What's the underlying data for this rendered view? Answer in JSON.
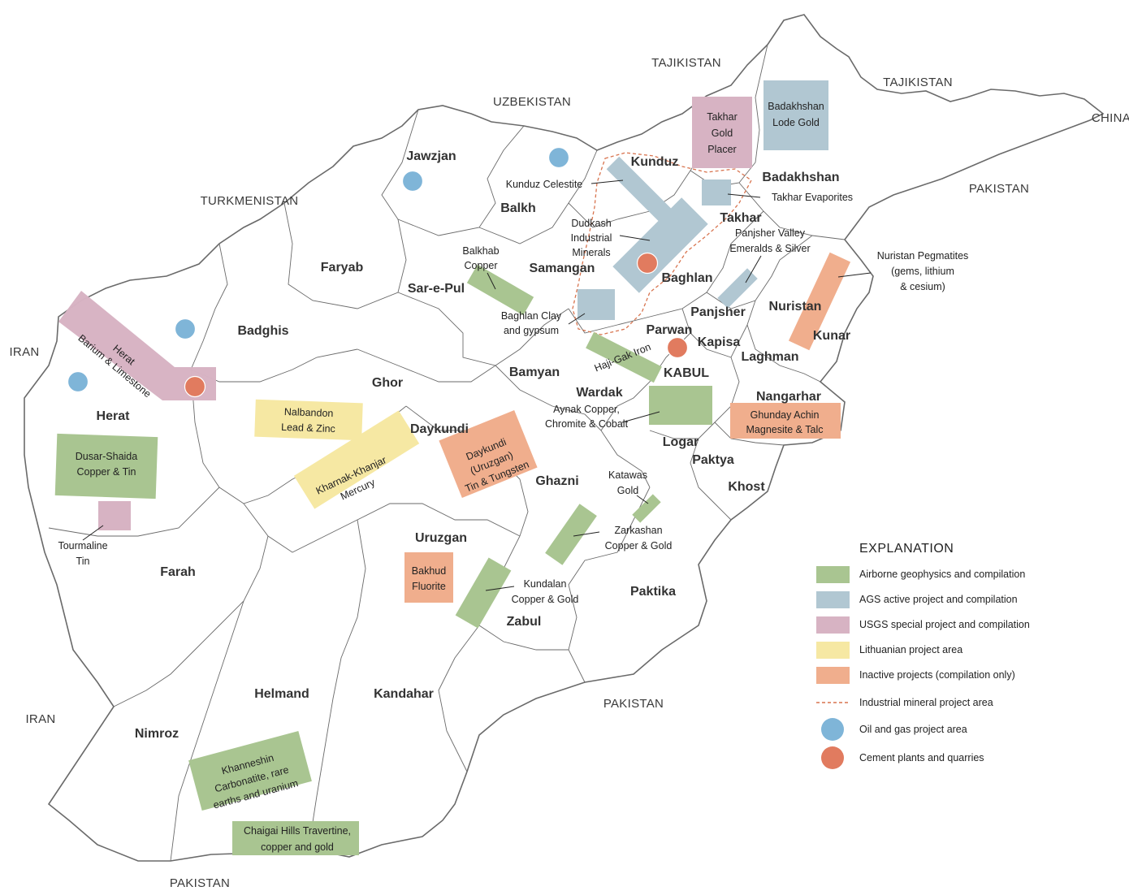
{
  "colors": {
    "airborne": "#a9c591",
    "ags": "#b1c7d2",
    "usgs": "#d7b3c3",
    "lithuanian": "#f6e8a3",
    "inactive": "#f0ae8d",
    "oil_gas": "#7fb5d8",
    "cement": "#e17b5f",
    "industrial_outline": "#d8744f",
    "border": "#6a6a6a"
  },
  "countries": [
    {
      "id": "tajikistan-n",
      "text": "TAJIKISTAN"
    },
    {
      "id": "tajikistan-ne",
      "text": "TAJIKISTAN"
    },
    {
      "id": "uzbekistan",
      "text": "UZBEKISTAN"
    },
    {
      "id": "turkmenistan",
      "text": "TURKMENISTAN"
    },
    {
      "id": "china",
      "text": "CHINA"
    },
    {
      "id": "pakistan-ne",
      "text": "PAKISTAN"
    },
    {
      "id": "iran-w",
      "text": "IRAN"
    },
    {
      "id": "iran-sw",
      "text": "IRAN"
    },
    {
      "id": "pakistan-s",
      "text": "PAKISTAN"
    },
    {
      "id": "pakistan-se",
      "text": "PAKISTAN"
    }
  ],
  "provinces": [
    {
      "id": "jawzjan",
      "text": "Jawzjan"
    },
    {
      "id": "balkh",
      "text": "Balkh"
    },
    {
      "id": "kunduz",
      "text": "Kunduz"
    },
    {
      "id": "badakhshan",
      "text": "Badakhshan"
    },
    {
      "id": "takhar",
      "text": "Takhar"
    },
    {
      "id": "faryab",
      "text": "Faryab"
    },
    {
      "id": "samangan",
      "text": "Samangan"
    },
    {
      "id": "sar-e-pul",
      "text": "Sar-e-Pul"
    },
    {
      "id": "baghlan",
      "text": "Baghlan"
    },
    {
      "id": "badghis",
      "text": "Badghis"
    },
    {
      "id": "panjsher",
      "text": "Panjsher"
    },
    {
      "id": "nuristan",
      "text": "Nuristan"
    },
    {
      "id": "parwan",
      "text": "Parwan"
    },
    {
      "id": "kapisa",
      "text": "Kapisa"
    },
    {
      "id": "kunar",
      "text": "Kunar"
    },
    {
      "id": "laghman",
      "text": "Laghman"
    },
    {
      "id": "ghor",
      "text": "Ghor"
    },
    {
      "id": "bamyan",
      "text": "Bamyan"
    },
    {
      "id": "kabul",
      "text": "KABUL"
    },
    {
      "id": "wardak",
      "text": "Wardak"
    },
    {
      "id": "nangarhar",
      "text": "Nangarhar"
    },
    {
      "id": "herat",
      "text": "Herat"
    },
    {
      "id": "daykundi",
      "text": "Daykundi"
    },
    {
      "id": "logar",
      "text": "Logar"
    },
    {
      "id": "paktya",
      "text": "Paktya"
    },
    {
      "id": "ghazni",
      "text": "Ghazni"
    },
    {
      "id": "khost",
      "text": "Khost"
    },
    {
      "id": "uruzgan",
      "text": "Uruzgan"
    },
    {
      "id": "farah",
      "text": "Farah"
    },
    {
      "id": "paktika",
      "text": "Paktika"
    },
    {
      "id": "zabul",
      "text": "Zabul"
    },
    {
      "id": "helmand",
      "text": "Helmand"
    },
    {
      "id": "kandahar",
      "text": "Kandahar"
    },
    {
      "id": "nimroz",
      "text": "Nimroz"
    }
  ],
  "projects": [
    {
      "id": "takhar-gold-placer",
      "category": "usgs",
      "lines": [
        "Takhar",
        "Gold",
        "Placer"
      ]
    },
    {
      "id": "badakhshan-lode-gold",
      "category": "ags",
      "lines": [
        "Badakhshan",
        "Lode Gold"
      ]
    },
    {
      "id": "kunduz-celestite",
      "category": "ags",
      "lines": [
        "Kunduz Celestite"
      ]
    },
    {
      "id": "takhar-evaporites",
      "category": "ags",
      "lines": [
        "Takhar Evaporites"
      ]
    },
    {
      "id": "dudkash-industrial-minerals",
      "category": "ags",
      "lines": [
        "Dudkash",
        "Industrial",
        "Minerals"
      ]
    },
    {
      "id": "panjsher-valley",
      "category": "ags",
      "lines": [
        "Panjsher Valley",
        "Emeralds & Silver"
      ]
    },
    {
      "id": "baghlan-clay",
      "category": "ags",
      "lines": [
        "Baghlan Clay",
        "and gypsum"
      ]
    },
    {
      "id": "balkhab-copper",
      "category": "airborne",
      "lines": [
        "Balkhab",
        "Copper"
      ]
    },
    {
      "id": "nuristan-pegmatites",
      "category": "inactive",
      "lines": [
        "Nuristan Pegmatites",
        "(gems, lithium",
        "& cesium)"
      ]
    },
    {
      "id": "herat-barium",
      "category": "usgs",
      "lines": [
        "Herat",
        "Barium & Limestone"
      ]
    },
    {
      "id": "haji-gak-iron",
      "category": "airborne",
      "lines": [
        "Haji-Gak Iron"
      ]
    },
    {
      "id": "nalbandon",
      "category": "lithuanian",
      "lines": [
        "Nalbandon",
        "Lead & Zinc"
      ]
    },
    {
      "id": "aynak",
      "category": "airborne",
      "lines": [
        "Aynak Copper,",
        "Chromite & Cobalt"
      ]
    },
    {
      "id": "ghunday-achin",
      "category": "inactive",
      "lines": [
        "Ghunday Achin",
        "Magnesite & Talc"
      ]
    },
    {
      "id": "dusar-shaida",
      "category": "airborne",
      "lines": [
        "Dusar-Shaida",
        "Copper & Tin"
      ]
    },
    {
      "id": "kharnak-khanjar",
      "category": "lithuanian",
      "lines": [
        "Kharnak-Khanjar",
        "Mercury"
      ]
    },
    {
      "id": "daykundi-tin",
      "category": "inactive",
      "lines": [
        "Daykundi",
        "(Uruzgan)",
        "Tin & Tungsten"
      ]
    },
    {
      "id": "tourmaline-tin",
      "category": "usgs",
      "lines": [
        "Tourmaline",
        "Tin"
      ]
    },
    {
      "id": "katawas-gold",
      "category": "airborne",
      "lines": [
        "Katawas",
        "Gold"
      ]
    },
    {
      "id": "zarkashan",
      "category": "airborne",
      "lines": [
        "Zarkashan",
        "Copper & Gold"
      ]
    },
    {
      "id": "bakhud-fluorite",
      "category": "inactive",
      "lines": [
        "Bakhud",
        "Fluorite"
      ]
    },
    {
      "id": "kundalan",
      "category": "airborne",
      "lines": [
        "Kundalan",
        "Copper & Gold"
      ]
    },
    {
      "id": "khanneshin",
      "category": "airborne",
      "lines": [
        "Khanneshin",
        "Carbonatite, rare",
        "earths and uranium"
      ]
    },
    {
      "id": "chaigai-hills",
      "category": "airborne",
      "lines": [
        "Chaigai Hills Travertine,",
        "copper and gold"
      ]
    }
  ],
  "point_markers": [
    {
      "id": "oil-jawzjan",
      "type": "oil_gas"
    },
    {
      "id": "oil-balkh",
      "type": "oil_gas"
    },
    {
      "id": "oil-badghis",
      "type": "oil_gas"
    },
    {
      "id": "oil-herat",
      "type": "oil_gas"
    },
    {
      "id": "cement-herat",
      "type": "cement"
    },
    {
      "id": "cement-baghlan",
      "type": "cement"
    },
    {
      "id": "cement-kabul",
      "type": "cement"
    }
  ],
  "legend": {
    "title": "EXPLANATION",
    "items": [
      {
        "kind": "swatch",
        "color_key": "airborne",
        "label": "Airborne geophysics and compilation"
      },
      {
        "kind": "swatch",
        "color_key": "ags",
        "label": "AGS active project and compilation"
      },
      {
        "kind": "swatch",
        "color_key": "usgs",
        "label": "USGS special project and compilation"
      },
      {
        "kind": "swatch",
        "color_key": "lithuanian",
        "label": "Lithuanian project area"
      },
      {
        "kind": "swatch",
        "color_key": "inactive",
        "label": "Inactive projects (compilation only)"
      },
      {
        "kind": "dashed",
        "color_key": "industrial_outline",
        "label": "Industrial mineral project area"
      },
      {
        "kind": "circle",
        "color_key": "oil_gas",
        "label": "Oil and gas project area"
      },
      {
        "kind": "circle",
        "color_key": "cement",
        "label": "Cement plants and quarries"
      }
    ]
  }
}
